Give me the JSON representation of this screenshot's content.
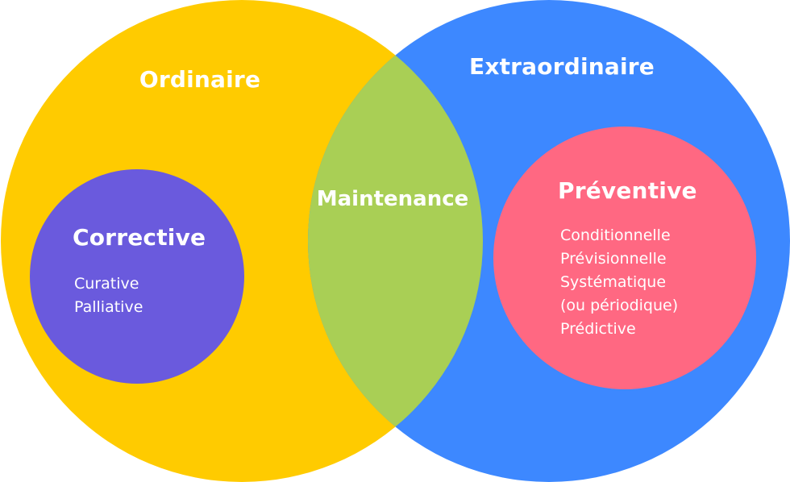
{
  "title": "Maintenance",
  "sets": {
    "left": {
      "label": "Ordinaire",
      "color": "#FFCB00"
    },
    "right": {
      "label": "Extraordinaire",
      "color": "#3D88FF"
    },
    "intersection": {
      "label": "Maintenance",
      "color": "#A9CF55"
    }
  },
  "subsets": {
    "corrective": {
      "label": "Corrective",
      "color": "#6A5ADD",
      "items": [
        "Curative",
        "Palliative"
      ]
    },
    "preventive": {
      "label": "Préventive",
      "color": "#FF6882",
      "items": [
        "Conditionnelle",
        "Prévisionnelle",
        "Systématique",
        "(ou périodique)",
        "Prédictive"
      ]
    }
  }
}
